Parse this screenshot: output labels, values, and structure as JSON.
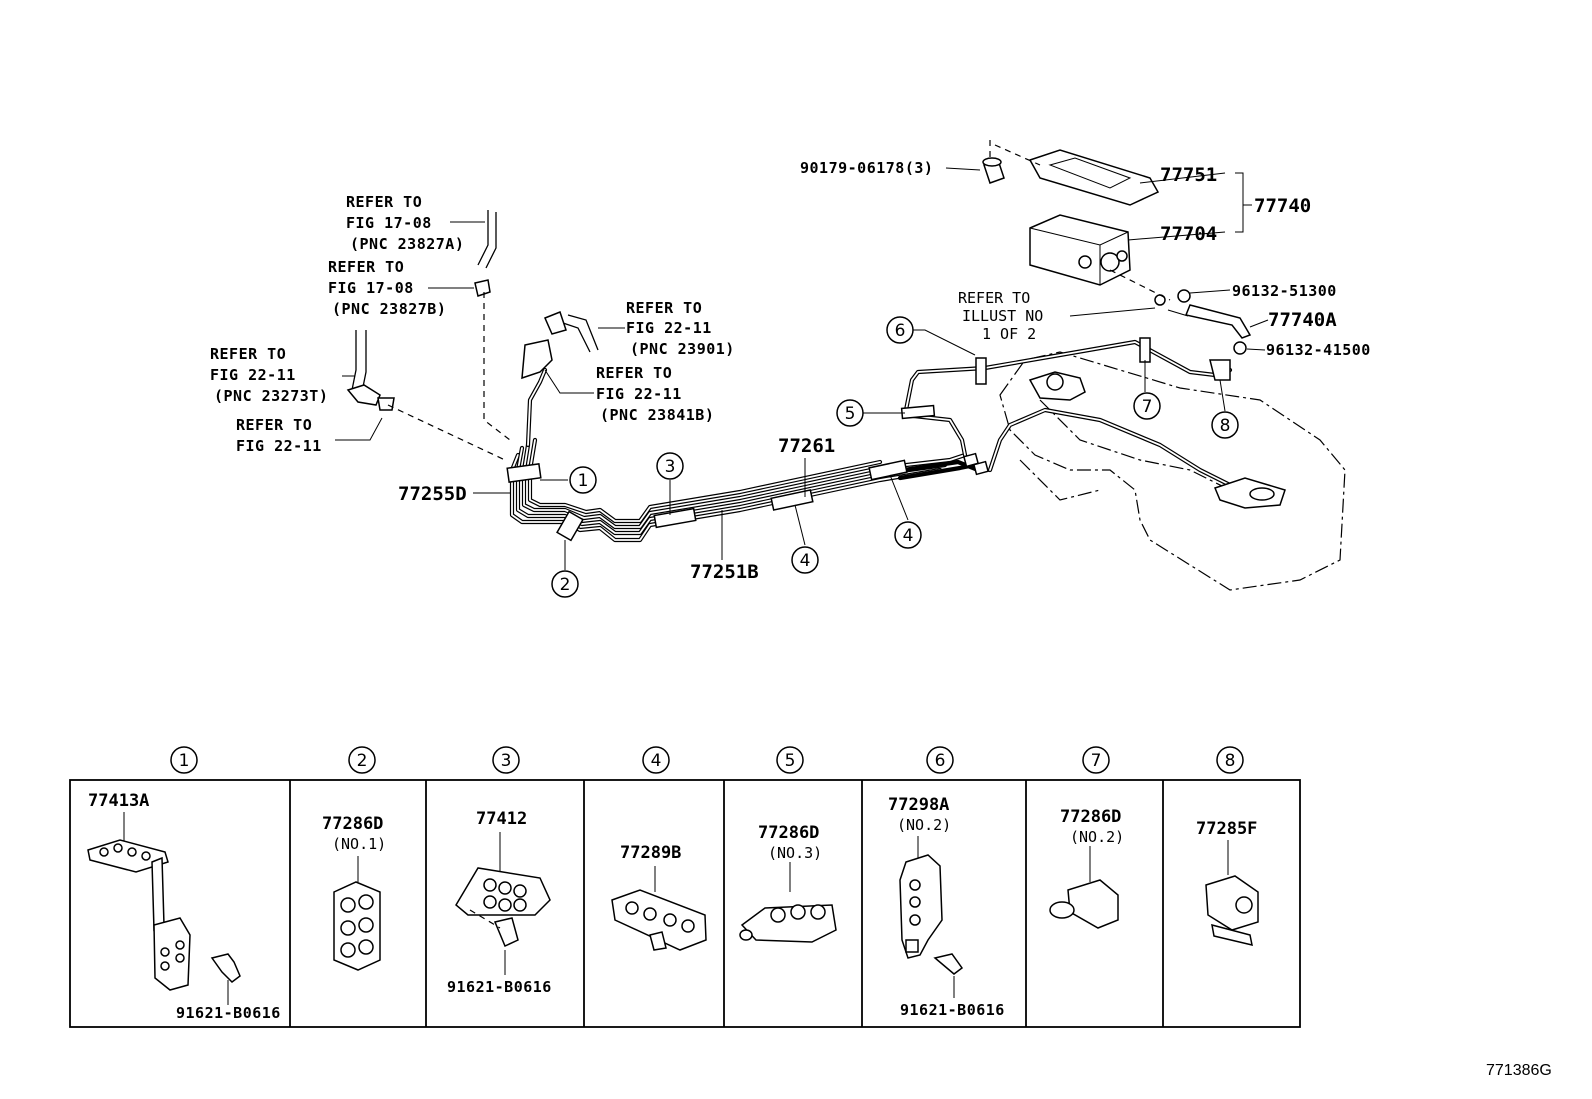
{
  "refs": {
    "r1": [
      "REFER TO",
      "FIG 17-08",
      "(PNC 23827A)"
    ],
    "r2": [
      "REFER TO",
      "FIG 17-08",
      "(PNC 23827B)"
    ],
    "r3": [
      "REFER TO",
      "FIG 22-11",
      "(PNC 23273T)"
    ],
    "r4": [
      "REFER TO",
      "FIG 22-11"
    ],
    "r5": [
      "REFER TO",
      "FIG 22-11",
      "(PNC 23901)"
    ],
    "r6": [
      "REFER TO",
      "FIG 22-11",
      "(PNC 23841B)"
    ],
    "r7": [
      "REFER TO",
      "ILLUST NO",
      "1 OF 2"
    ]
  },
  "parts": {
    "p90179": "90179-06178(3)",
    "p77751": "77751",
    "p77740": "77740",
    "p77704": "77704",
    "p96132a": "96132-51300",
    "p77740A": "77740A",
    "p96132b": "96132-41500",
    "p77261": "77261",
    "p77255D": "77255D",
    "p77251B": "77251B"
  },
  "callouts": [
    "1",
    "2",
    "3",
    "4",
    "5",
    "6",
    "7",
    "8"
  ],
  "panels": [
    {
      "num": "1",
      "part": "77413A",
      "sub": "",
      "bolt": "91621-B0616"
    },
    {
      "num": "2",
      "part": "77286D",
      "sub": "(NO.1)",
      "bolt": ""
    },
    {
      "num": "3",
      "part": "77412",
      "sub": "",
      "bolt": "91621-B0616"
    },
    {
      "num": "4",
      "part": "77289B",
      "sub": "",
      "bolt": ""
    },
    {
      "num": "5",
      "part": "77286D",
      "sub": "(NO.3)",
      "bolt": ""
    },
    {
      "num": "6",
      "part": "77298A",
      "sub": "(NO.2)",
      "bolt": "91621-B0616"
    },
    {
      "num": "7",
      "part": "77286D",
      "sub": "(NO.2)",
      "bolt": ""
    },
    {
      "num": "8",
      "part": "77285F",
      "sub": "",
      "bolt": ""
    }
  ],
  "figure_id": "771386G"
}
